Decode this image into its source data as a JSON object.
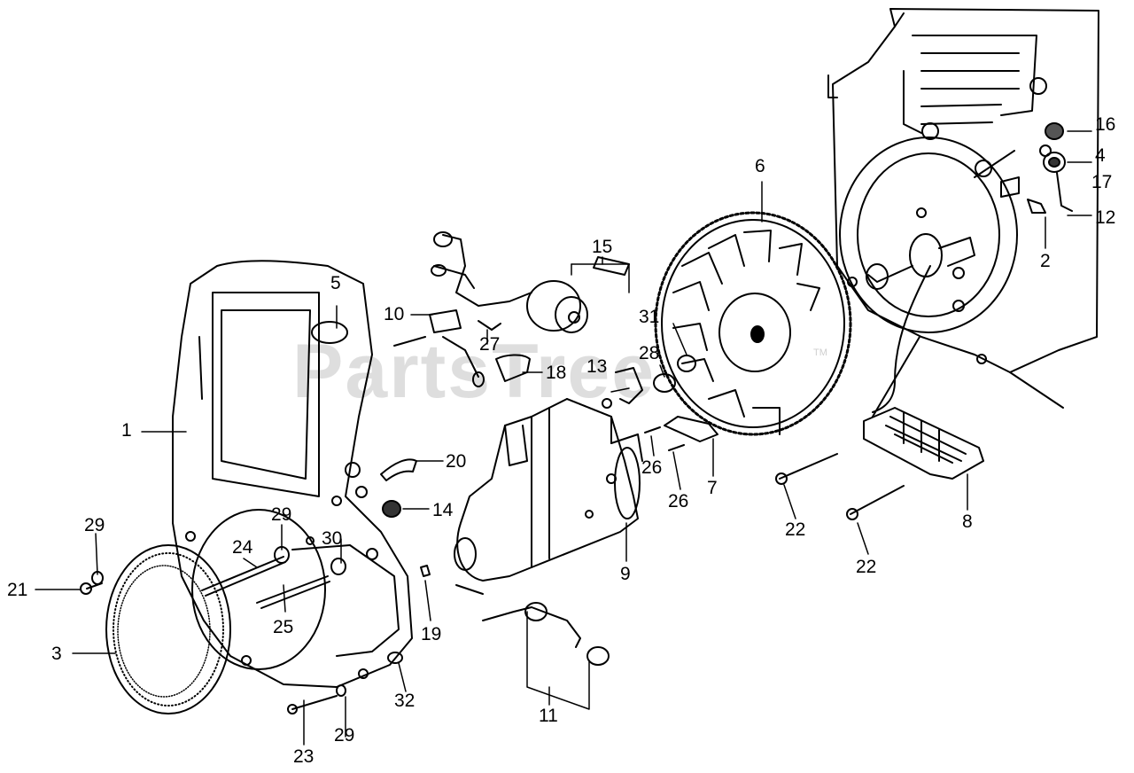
{
  "watermark": {
    "text": "PartsTree",
    "trademark": "TM"
  },
  "callouts": [
    {
      "id": "c1",
      "label": "1"
    },
    {
      "id": "c2",
      "label": "2"
    },
    {
      "id": "c3",
      "label": "3"
    },
    {
      "id": "c4",
      "label": "4"
    },
    {
      "id": "c5",
      "label": "5"
    },
    {
      "id": "c6",
      "label": "6"
    },
    {
      "id": "c7",
      "label": "7"
    },
    {
      "id": "c8",
      "label": "8"
    },
    {
      "id": "c9",
      "label": "9"
    },
    {
      "id": "c10",
      "label": "10"
    },
    {
      "id": "c11",
      "label": "11"
    },
    {
      "id": "c12",
      "label": "12"
    },
    {
      "id": "c13",
      "label": "13"
    },
    {
      "id": "c14",
      "label": "14"
    },
    {
      "id": "c15",
      "label": "15"
    },
    {
      "id": "c16",
      "label": "16"
    },
    {
      "id": "c17",
      "label": "17"
    },
    {
      "id": "c18",
      "label": "18"
    },
    {
      "id": "c19",
      "label": "19"
    },
    {
      "id": "c20",
      "label": "20"
    },
    {
      "id": "c21",
      "label": "21"
    },
    {
      "id": "c22a",
      "label": "22"
    },
    {
      "id": "c22b",
      "label": "22"
    },
    {
      "id": "c23",
      "label": "23"
    },
    {
      "id": "c24",
      "label": "24"
    },
    {
      "id": "c25",
      "label": "25"
    },
    {
      "id": "c26a",
      "label": "26"
    },
    {
      "id": "c26b",
      "label": "26"
    },
    {
      "id": "c27",
      "label": "27"
    },
    {
      "id": "c28",
      "label": "28"
    },
    {
      "id": "c29a",
      "label": "29"
    },
    {
      "id": "c29b",
      "label": "29"
    },
    {
      "id": "c29c",
      "label": "29"
    },
    {
      "id": "c30",
      "label": "30"
    },
    {
      "id": "c31",
      "label": "31"
    },
    {
      "id": "c32",
      "label": "32"
    }
  ]
}
